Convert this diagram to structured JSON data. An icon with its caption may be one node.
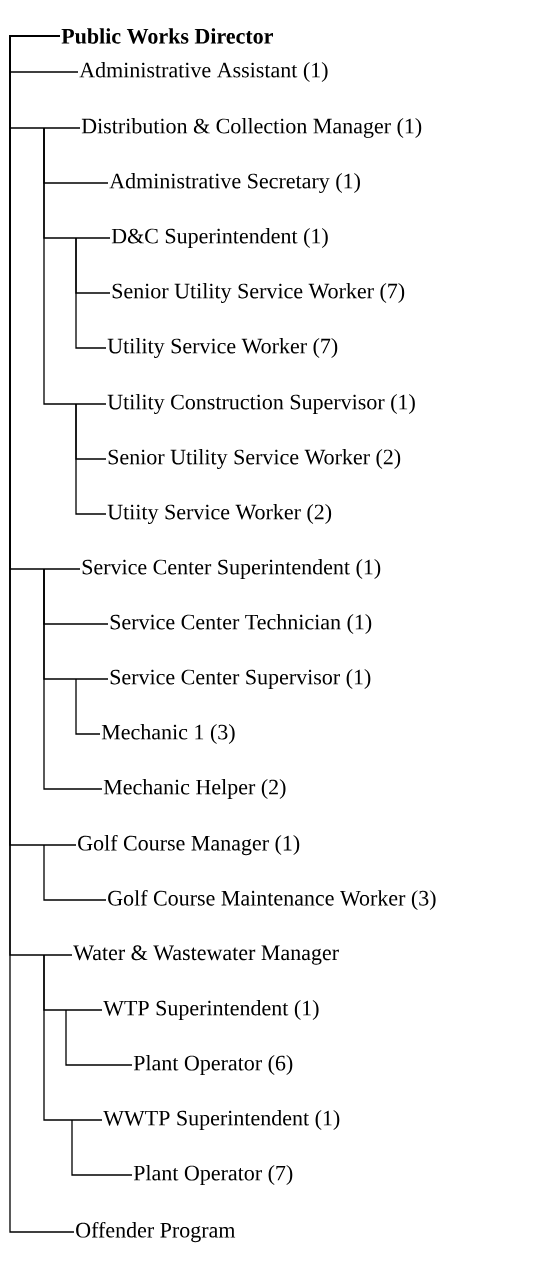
{
  "diagram": {
    "nodes": [
      {
        "text": [
          "Public Works Director"
        ]
      },
      {
        "text": [
          "Administrative Assistant (1)"
        ]
      },
      {
        "text": [
          "Distribution & Collection Manager (1)"
        ]
      },
      {
        "text": [
          "Administrative Secretary (1)"
        ]
      },
      {
        "text": [
          "D&C Superintendent (1)"
        ]
      },
      {
        "text": [
          "Senior Utility Service Worker (7)"
        ]
      },
      {
        "text": [
          "Utility Service Worker (7)"
        ]
      },
      {
        "text": [
          "Utility Construction Supervisor (1)"
        ]
      },
      {
        "text": [
          "Senior Utility Service Worker (2)"
        ]
      },
      {
        "text": [
          "Utiity Service Worker (2)"
        ]
      },
      {
        "text": [
          "Service Center Superintendent (1)"
        ]
      },
      {
        "text": [
          "Service Center Technician (1)"
        ]
      },
      {
        "text": [
          "Service Center Supervisor (1)"
        ]
      },
      {
        "text": [
          "Mechanic 1  (3)"
        ]
      },
      {
        "text": [
          "Mechanic Helper (2)"
        ]
      },
      {
        "text": [
          "Golf Course Manager (1)"
        ]
      },
      {
        "text": [
          "Golf Course Maintenance Worker (3)"
        ]
      },
      {
        "text": [
          "Water & Wastewater Manager"
        ]
      },
      {
        "text": [
          "WTP Superintendent (1)"
        ]
      },
      {
        "text": [
          "Plant Operator (6)"
        ]
      },
      {
        "text": [
          "WWTP Superintendent (1)"
        ]
      },
      {
        "text": [
          "Plant Operator (7)"
        ]
      },
      {
        "text": [
          "Offender Program"
        ]
      }
    ],
    "edges": [
      {
        "from": 0,
        "to": 1,
        "arrow": "none"
      },
      {
        "from": 0,
        "to": 2,
        "arrow": "none"
      },
      {
        "from": 2,
        "to": 3,
        "arrow": "none"
      },
      {
        "from": 2,
        "to": 4,
        "arrow": "none"
      },
      {
        "from": 4,
        "to": 5,
        "arrow": "none"
      },
      {
        "from": 4,
        "to": 6,
        "arrow": "none"
      },
      {
        "from": 2,
        "to": 7,
        "arrow": "none"
      },
      {
        "from": 7,
        "to": 8,
        "arrow": "none"
      },
      {
        "from": 7,
        "to": 9,
        "arrow": "none"
      },
      {
        "from": 0,
        "to": 10,
        "arrow": "none"
      },
      {
        "from": 10,
        "to": 11,
        "arrow": "none"
      },
      {
        "from": 10,
        "to": 12,
        "arrow": "none"
      },
      {
        "from": 12,
        "to": 13,
        "arrow": "none"
      },
      {
        "from": 10,
        "to": 14,
        "arrow": "none"
      },
      {
        "from": 0,
        "to": 15,
        "arrow": "none"
      },
      {
        "from": 15,
        "to": 16,
        "arrow": "none"
      },
      {
        "from": 0,
        "to": 17,
        "arrow": "none"
      },
      {
        "from": 17,
        "to": 18,
        "arrow": "none"
      },
      {
        "from": 18,
        "to": 19,
        "arrow": "none"
      },
      {
        "from": 17,
        "to": 20,
        "arrow": "none"
      },
      {
        "from": 20,
        "to": 21,
        "arrow": "none"
      },
      {
        "from": 0,
        "to": 22,
        "arrow": "none"
      }
    ]
  }
}
